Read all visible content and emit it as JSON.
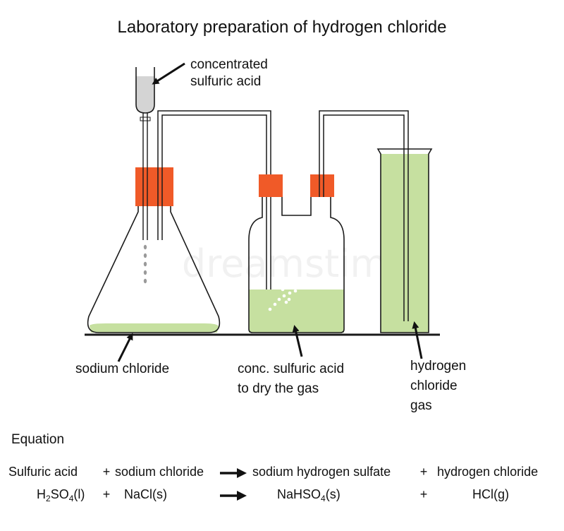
{
  "title": "Laboratory preparation of hydrogen chloride",
  "labels": {
    "funnel_line1": "concentrated",
    "funnel_line2": "sulfuric acid",
    "flask": "sodium chloride",
    "bottle_line1": "conc. sulfuric acid",
    "bottle_line2": "to dry the gas",
    "jar_line1": "hydrogen",
    "jar_line2": "chloride",
    "jar_line3": "gas"
  },
  "equation": {
    "heading": "Equation",
    "words": {
      "reactant1": "Sulfuric acid",
      "plus1": "+",
      "reactant2": "sodium chloride",
      "product1": "sodium hydrogen sulfate",
      "plus2": "+",
      "product2": "hydrogen chloride"
    },
    "formulas": {
      "r1_a": "H",
      "r1_sub1": "2",
      "r1_b": "SO",
      "r1_sub2": "4",
      "r1_c": "(l)",
      "plus1": "+",
      "r2": "NaCl(s)",
      "p1_a": "NaHSO",
      "p1_sub": "4",
      "p1_b": "(s)",
      "plus2": "+",
      "p2": "HCl(g)"
    }
  },
  "watermark": "dreamstime",
  "colors": {
    "liquid": "#c6e0a0",
    "stopper": "#f05a28",
    "acid_in_funnel": "#d4d4d4",
    "bench": "#1a1a1a"
  }
}
